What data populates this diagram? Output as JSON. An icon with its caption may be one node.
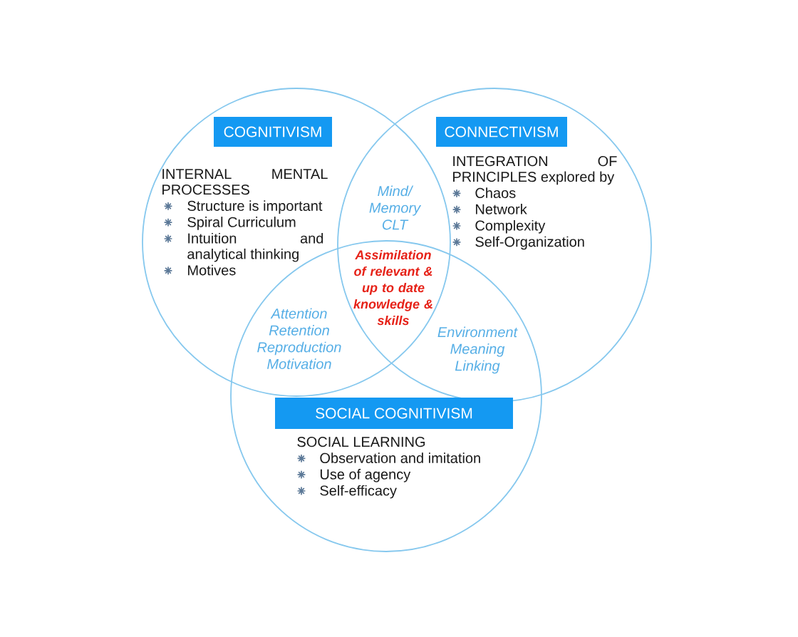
{
  "diagram": {
    "nodes": [
      {
        "text": [
          "INTERNAL MENTAL PROCESSES",
          "Structure is important",
          "Spiral Curriculum",
          "Intuition and analytical thinking",
          "Motives"
        ]
      },
      {
        "text": [
          "COGNITIVISM"
        ],
        "in": 0
      },
      {
        "text": [
          "INTEGRATION OF PRINCIPLES explored by",
          "Chaos",
          "Network",
          "Complexity",
          "Self-Organization"
        ]
      },
      {
        "text": [
          "CONNECTIVISM"
        ],
        "in": 2
      },
      {
        "text": [
          "SOCIAL LEARNING",
          "Observation and imitation",
          "Use of agency",
          "Self-efficacy"
        ]
      },
      {
        "text": [
          "SOCIAL COGNITIVISM"
        ],
        "in": 4
      }
    ],
    "labels": [
      "Mind/ Memory CLT",
      "Assimilation of relevant & up to date knowledge & skills",
      "Attention Retention Reproduction Motivation",
      "Environment Meaning Linking"
    ]
  }
}
